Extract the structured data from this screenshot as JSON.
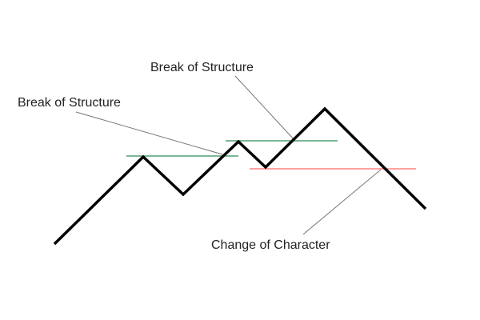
{
  "annotations": {
    "bos_upper": "Break of Structure",
    "bos_left": "Break of Structure",
    "choch": "Change of Character"
  },
  "colors": {
    "price_line": "#000000",
    "bos_level": "#2e8b57",
    "choch_level": "#ff6b6b",
    "leader": "#777777",
    "text": "#222222",
    "background": "#ffffff"
  }
}
